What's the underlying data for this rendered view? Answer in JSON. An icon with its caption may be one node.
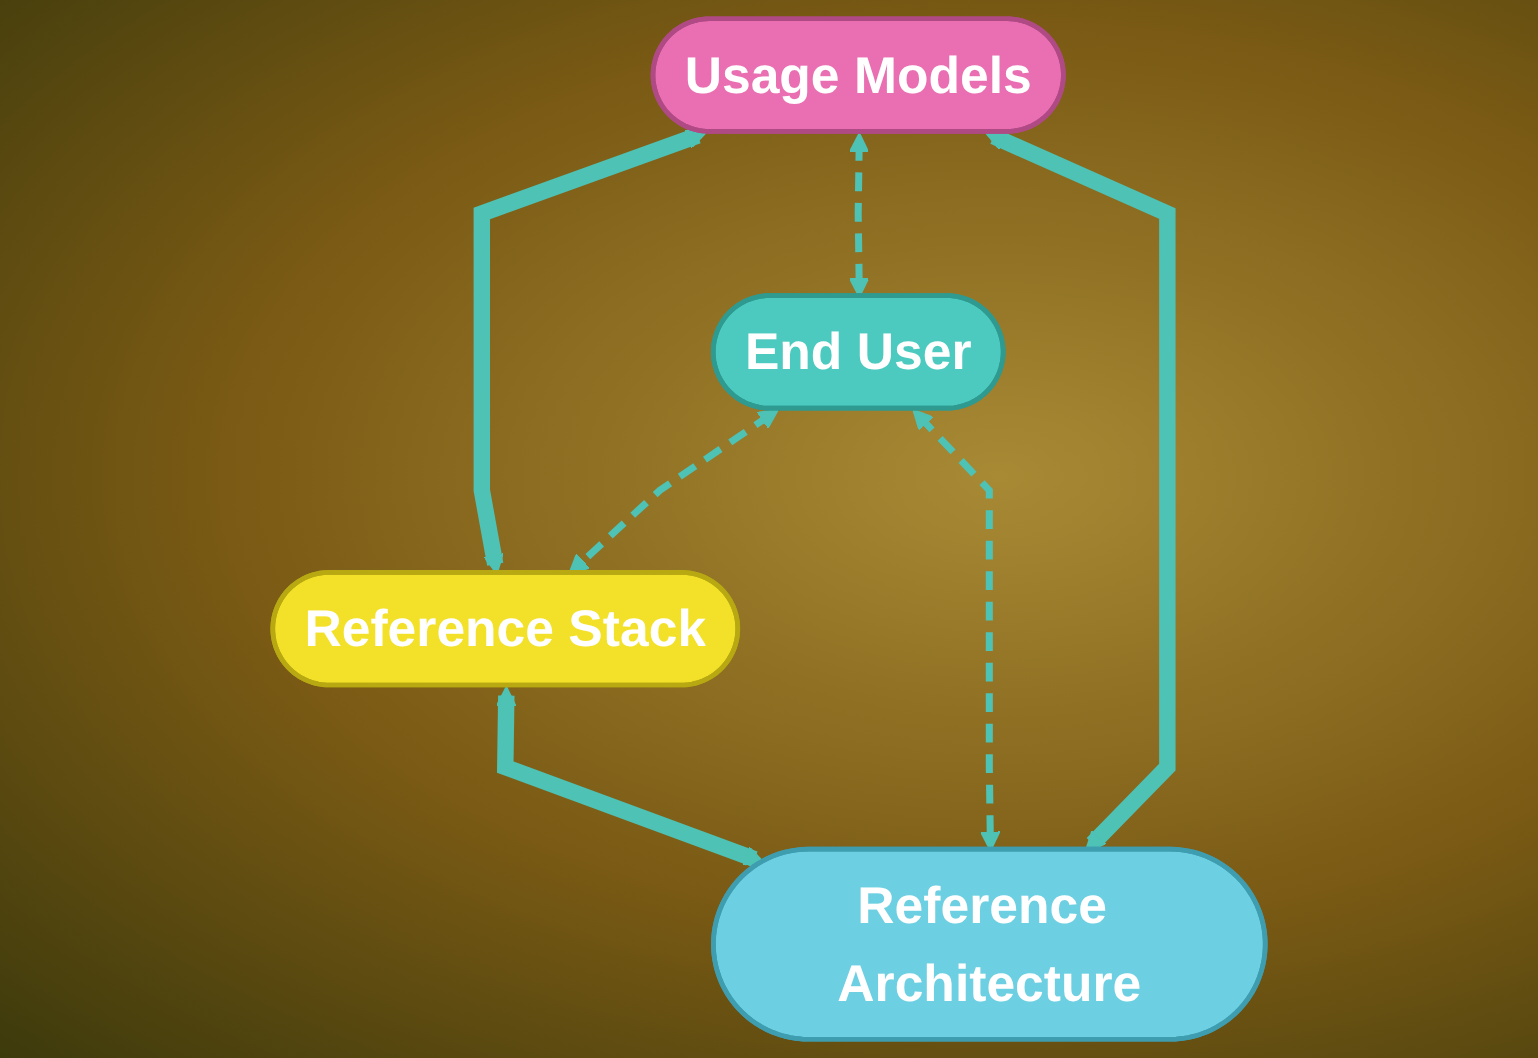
{
  "diagram": {
    "nodes": [
      {
        "text": [
          "Usage Models"
        ]
      },
      {
        "text": [
          "End User"
        ]
      },
      {
        "text": [
          "Reference Stack"
        ]
      },
      {
        "text": [
          "Reference Architecture"
        ]
      }
    ],
    "edges": [
      {
        "from": 0,
        "to": 2,
        "arrow": "both",
        "style": "thick"
      },
      {
        "from": 0,
        "to": 1,
        "arrow": "both",
        "style": "dashed"
      },
      {
        "from": 0,
        "to": 3,
        "arrow": "both",
        "style": "thick"
      },
      {
        "from": 1,
        "to": 2,
        "arrow": "both",
        "style": "dashed"
      },
      {
        "from": 1,
        "to": 3,
        "arrow": "both",
        "style": "dashed"
      },
      {
        "from": 2,
        "to": 3,
        "arrow": "both",
        "style": "thick"
      }
    ]
  }
}
